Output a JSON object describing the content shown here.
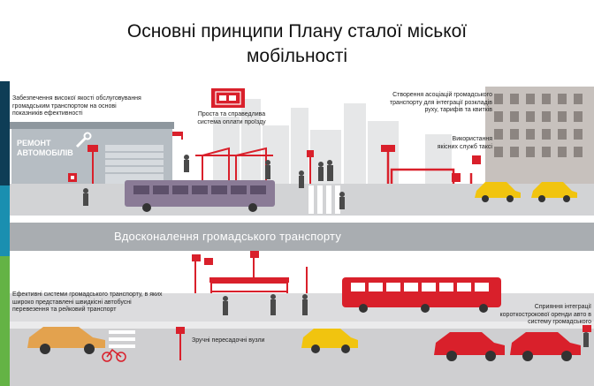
{
  "title": {
    "line1": "Основні принципи Плану сталої міської",
    "line2": "мобільності"
  },
  "banner": "Вдосконалення громадського транспорту",
  "garage_sign": {
    "line1": "РЕМОНТ",
    "line2": "АВТОМОБІЛІВ"
  },
  "labels": {
    "service_quality": [
      "Забезпечення високої якості обслуговування",
      "громадським транспортом на основі",
      "показників ефективності"
    ],
    "fare_system": [
      "Проста та справедлива",
      "система оплати проїзду"
    ],
    "association": [
      "Створення асоціацій громадського",
      "транспорту для інтеграції розкладів",
      "руху, тарифів та квитків"
    ],
    "taxi": [
      "Використання",
      "якісних служб таксі"
    ],
    "effective_systems": [
      "Ефективні системи громадського транспорту, в яких",
      "широко представлені швидкісні автобусні",
      "перевезення та рейковий транспорт"
    ],
    "hubs": [
      "Зручні пересадочні вузли"
    ],
    "car_rental": [
      "Сприяння інтеграції",
      "короткострокової оренди авто в",
      "систему громадського"
    ]
  },
  "colors": {
    "accent_red": "#d9202b",
    "banner_gray": "#a9adb1",
    "side_dark": "#0e3d56",
    "side_teal": "#1a8fb0",
    "side_green": "#64b345",
    "taxi_yellow": "#f1c40f",
    "car_orange": "#e3a24e"
  },
  "icons": [
    "ticket-icon",
    "taxi-sign-icon",
    "bus-stop-sign-icon",
    "wrench-icon",
    "traffic-light-icon"
  ]
}
